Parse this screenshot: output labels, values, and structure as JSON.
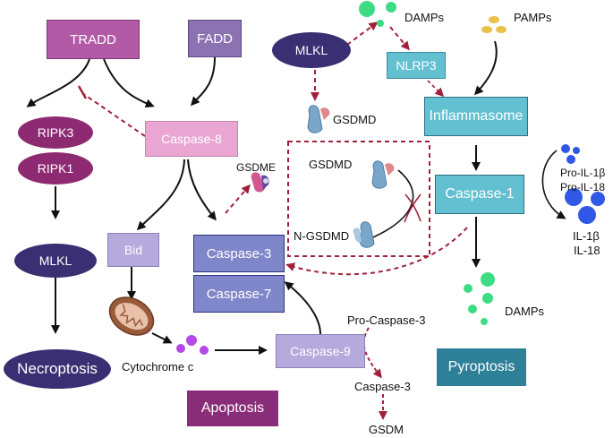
{
  "nodes": {
    "tradd": "TRADD",
    "fadd": "FADD",
    "ripk3": "RIPK3",
    "ripk1": "RIPK1",
    "mlkl_left": "MLKL",
    "necroptosis": "Necroptosis",
    "caspase8": "Caspase-8",
    "bid": "Bid",
    "caspase3_box": "Caspase-3",
    "caspase7": "Caspase-7",
    "cytochrome_c": "Cytochrome c",
    "caspase9": "Caspase-9",
    "apoptosis": "Apoptosis",
    "gsdme": "GSDME",
    "mlkl_top": "MLKL",
    "damps_top": "DAMPs",
    "pamps": "PAMPs",
    "nlrp3": "NLRP3",
    "gsdmd_top": "GSDMD",
    "inflammasome": "Inflammasome",
    "gsdmd_inner": "GSDMD",
    "n_gsdmd": "N-GSDMD",
    "caspase1": "Caspase-1",
    "pro_il1b": "Pro-IL-1β",
    "pro_il18": "Pro-IL-18",
    "il1b": "IL-1β",
    "il18": "IL-18",
    "damps_bottom": "DAMPs",
    "pro_caspase3": "Pro-Caspase-3",
    "caspase3_text": "Caspase-3",
    "gsdm": "GSDM",
    "pyroptosis": "Pyroptosis"
  },
  "colors": {
    "purple_box": "#b25aa6",
    "purple_box_light": "#8c72b0",
    "magenta_dark": "#8e2a72",
    "navy": "#3b2f73",
    "pink": "#e9a6d3",
    "lavender": "#b6a9db",
    "caspase_blue": "#7f86c9",
    "teal": "#62c0d1",
    "teal_dark": "#2e7f98",
    "plum": "#8a2d78",
    "green": "#3ddc84",
    "yellow": "#e8c24a",
    "blue_dot": "#3157e6",
    "violet_dot": "#b548e8",
    "red_dash": "#a0203a"
  }
}
